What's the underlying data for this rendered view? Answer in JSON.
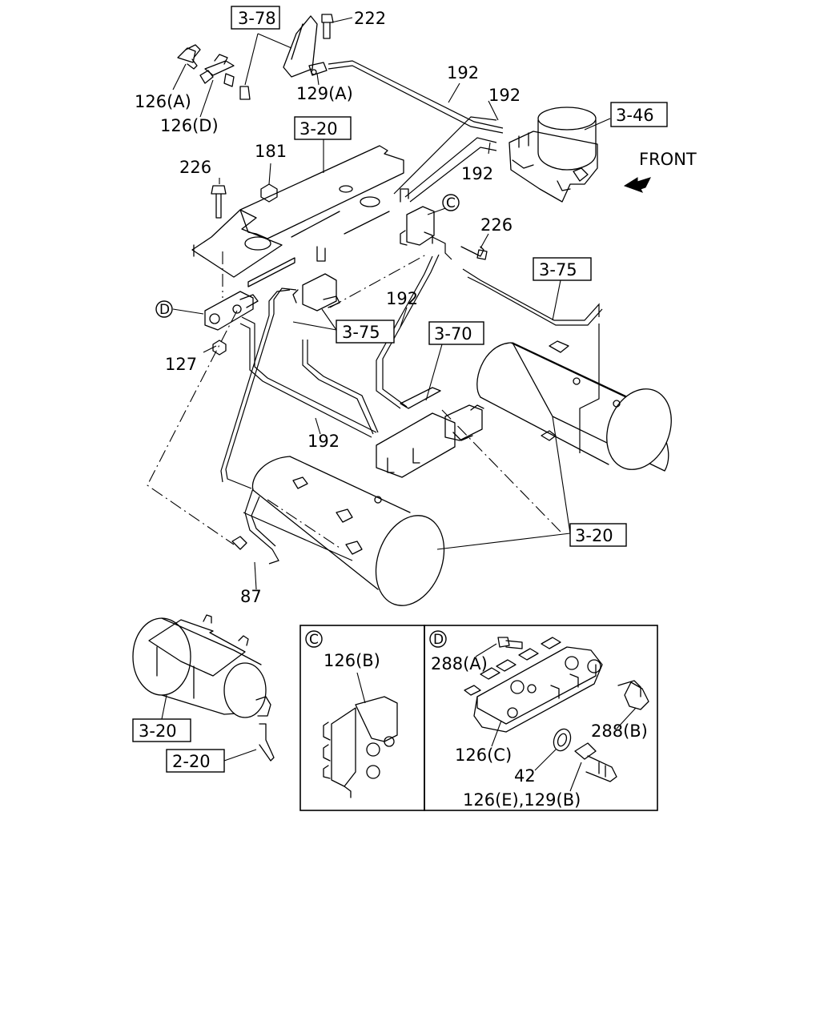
{
  "refs": {
    "r_3_78": "3-78",
    "r_3_46": "3-46",
    "r_3_20_top": "3-20",
    "r_3_75_right": "3-75",
    "r_3_75_mid": "3-75",
    "r_3_70": "3-70",
    "r_3_20_right": "3-20",
    "r_3_20_bottom": "3-20",
    "r_2_20": "2-20"
  },
  "labels": {
    "l222": "222",
    "l126A": "126(A)",
    "l126D": "126(D)",
    "l129A": "129(A)",
    "l192_a": "192",
    "l192_b": "192",
    "l192_c": "192",
    "l192_d": "192",
    "l192_e": "192",
    "l226_left": "226",
    "l181": "181",
    "l226_right": "226",
    "l127": "127",
    "l87": "87",
    "front": "FRONT",
    "callout_C": "C",
    "callout_D": "D"
  },
  "detail_c": {
    "letter": "C",
    "part": "126(B)"
  },
  "detail_d": {
    "letter": "D",
    "p288A": "288(A)",
    "p288B": "288(B)",
    "p126C": "126(C)",
    "p42": "42",
    "p126E": "126(E),129(B)"
  }
}
